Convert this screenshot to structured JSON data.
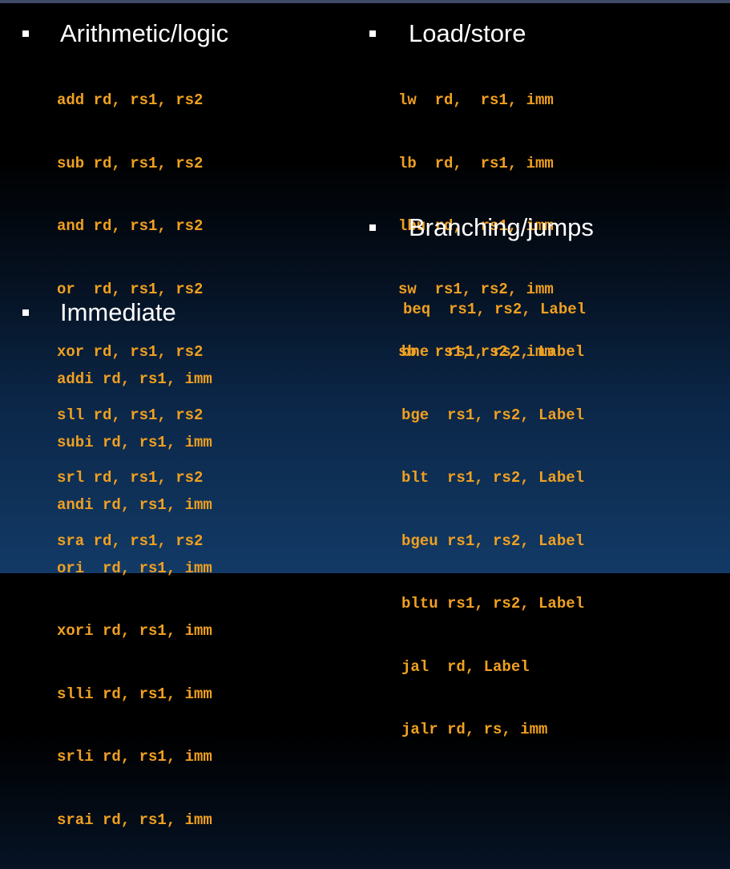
{
  "sections": {
    "arith": {
      "title": "Arithmetic/logic",
      "lines": [
        "add rd, rs1, rs2",
        "sub rd, rs1, rs2",
        "and rd, rs1, rs2",
        "or  rd, rs1, rs2",
        "xor rd, rs1, rs2",
        "sll rd, rs1, rs2",
        "srl rd, rs1, rs2",
        "sra rd, rs1, rs2"
      ]
    },
    "immediate": {
      "title": "Immediate",
      "lines": [
        "addi rd, rs1, imm",
        "subi rd, rs1, imm",
        "andi rd, rs1, imm",
        "ori  rd, rs1, imm",
        "xori rd, rs1, imm",
        "slli rd, rs1, imm",
        "srli rd, rs1, imm",
        "srai rd, rs1, imm"
      ]
    },
    "loadstore": {
      "title": "Load/store",
      "lines": [
        "lw  rd,  rs1, imm",
        "lb  rd,  rs1, imm",
        "lbu rd,  rs1, imm",
        "sw  rs1, rs2, imm",
        "sb  rs1, rs2, imm"
      ]
    },
    "branching": {
      "title": "Branching/jumps",
      "first_line": "beq  rs1, rs2, Label",
      "lines": [
        "bne  rs1, rs2, Label",
        "bge  rs1, rs2, Label",
        "blt  rs1, rs2, Label",
        "bgeu rs1, rs2, Label",
        "bltu rs1, rs2, Label",
        "jal  rd, Label",
        "jalr rd, rs, imm"
      ]
    }
  },
  "colors": {
    "heading": "#ffffff",
    "code": "#f0a020",
    "background_top": "#000000",
    "background_bottom": "#123a66"
  }
}
